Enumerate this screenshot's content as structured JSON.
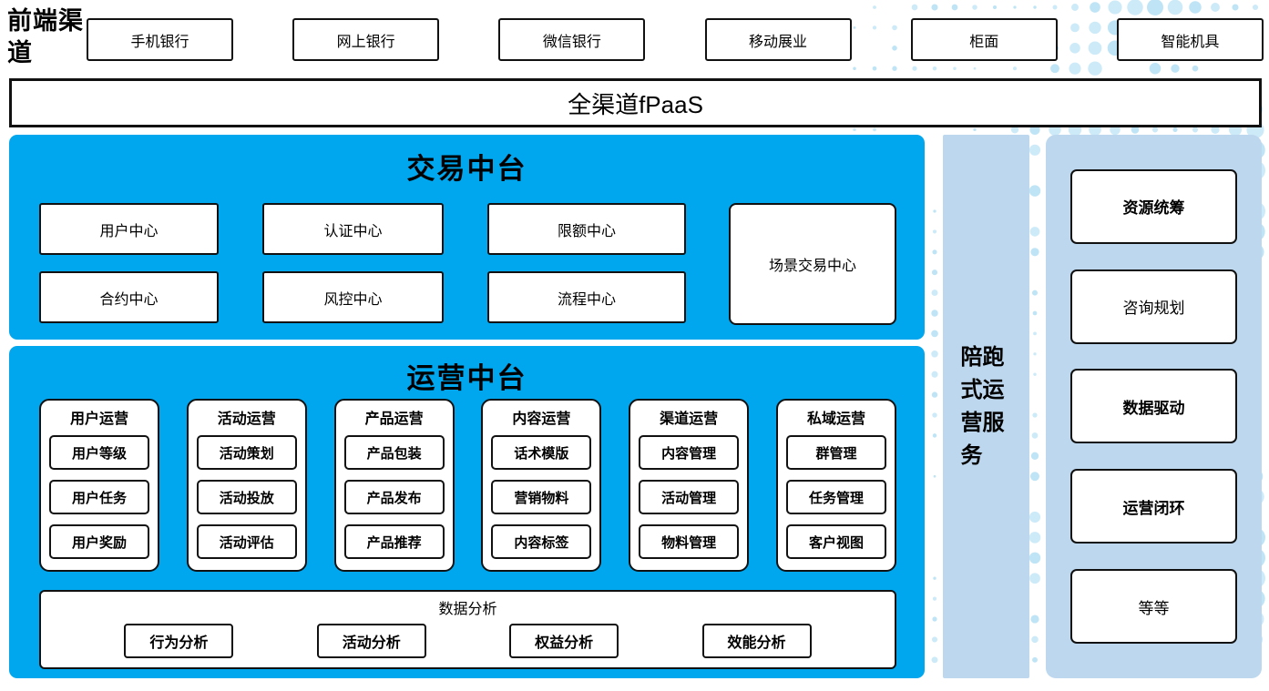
{
  "front_channels": {
    "label": "前端渠道",
    "items": [
      "手机银行",
      "网上银行",
      "微信银行",
      "移动展业",
      "柜面",
      "智能机具"
    ]
  },
  "fpaas": {
    "label": "全渠道fPaaS"
  },
  "trade_platform": {
    "title": "交易中台",
    "centers": [
      "用户中心",
      "认证中心",
      "限额中心",
      "合约中心",
      "风控中心",
      "流程中心"
    ],
    "scene_center": "场景交易中心"
  },
  "ops_platform": {
    "title": "运营中台",
    "columns": [
      {
        "header": "用户运营",
        "items": [
          "用户等级",
          "用户任务",
          "用户奖励"
        ]
      },
      {
        "header": "活动运营",
        "items": [
          "活动策划",
          "活动投放",
          "活动评估"
        ]
      },
      {
        "header": "产品运营",
        "items": [
          "产品包装",
          "产品发布",
          "产品推荐"
        ]
      },
      {
        "header": "内容运营",
        "items": [
          "话术模版",
          "营销物料",
          "内容标签"
        ]
      },
      {
        "header": "渠道运营",
        "items": [
          "内容管理",
          "活动管理",
          "物料管理"
        ]
      },
      {
        "header": "私域运营",
        "items": [
          "群管理",
          "任务管理",
          "客户视图"
        ]
      }
    ],
    "data_analysis": {
      "title": "数据分析",
      "items": [
        "行为分析",
        "活动分析",
        "权益分析",
        "效能分析"
      ]
    }
  },
  "coach_bar": {
    "label": "陪跑式运营服务"
  },
  "right_panel": {
    "items": [
      {
        "label": "资源统筹",
        "bold": true
      },
      {
        "label": "咨询规划",
        "bold": false
      },
      {
        "label": "数据驱动",
        "bold": true
      },
      {
        "label": "运营闭环",
        "bold": true
      },
      {
        "label": "等等",
        "bold": false
      }
    ]
  },
  "colors": {
    "primary_blue": "#00A6EE",
    "light_blue": "#BDD7EE",
    "dot_color_a": "#CDEAF8",
    "dot_color_b": "#BEE4F5",
    "border": "#111111"
  }
}
